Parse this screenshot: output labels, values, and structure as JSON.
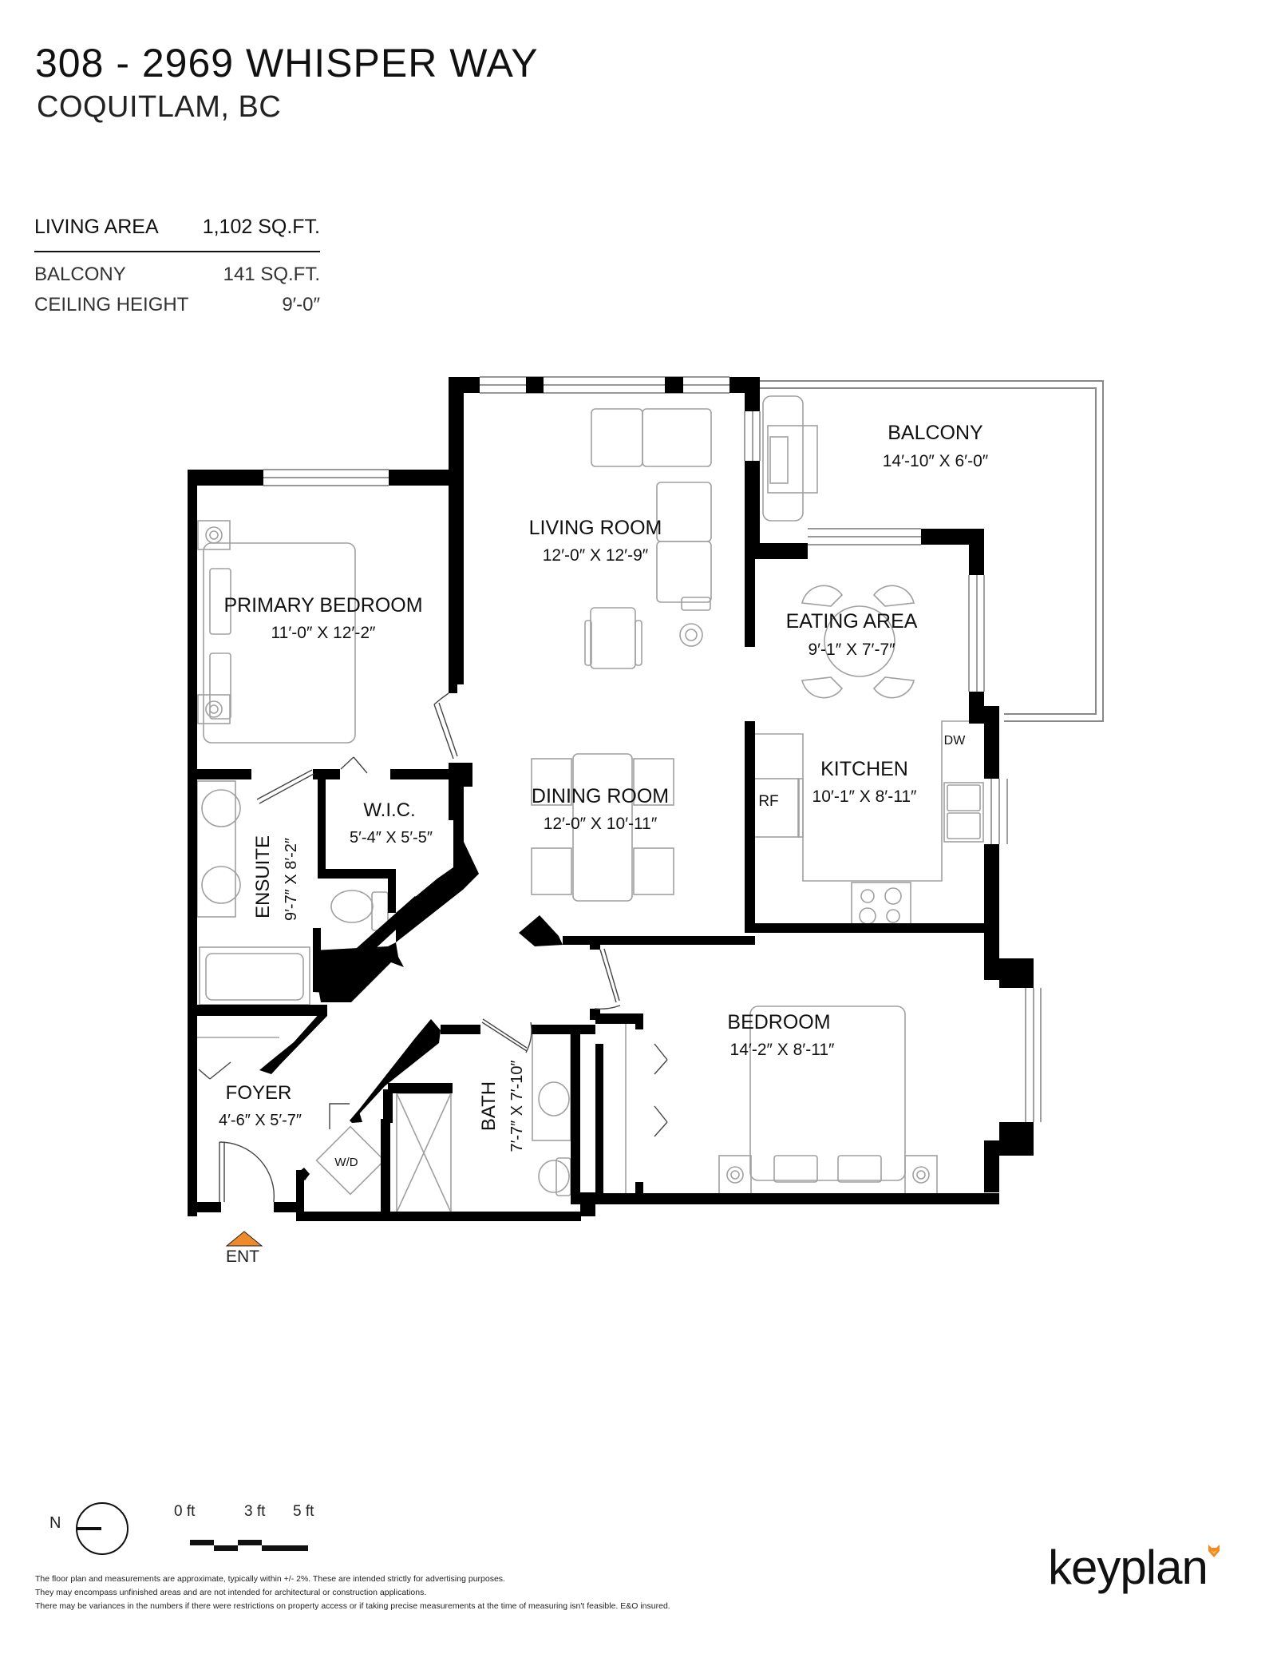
{
  "header": {
    "title": "308 - 2969 WHISPER WAY",
    "subtitle": "COQUITLAM, BC"
  },
  "stats": {
    "living_area": {
      "label": "LIVING AREA",
      "value": "1,102 SQ.FT."
    },
    "balcony": {
      "label": "BALCONY",
      "value": "141 SQ.FT."
    },
    "ceiling_height": {
      "label": "CEILING HEIGHT",
      "value": "9′-0″"
    }
  },
  "rooms": {
    "balcony": {
      "name": "BALCONY",
      "dims": "14′-10″ X  6′-0″"
    },
    "living_room": {
      "name": "LIVING ROOM",
      "dims": "12′-0″  X  12′-9″"
    },
    "primary_bedroom": {
      "name": "PRIMARY BEDROOM",
      "dims": "11′-0″  X  12′-2″"
    },
    "eating_area": {
      "name": "EATING AREA",
      "dims": "9′-1″   X   7′-7″"
    },
    "kitchen": {
      "name": "KITCHEN",
      "dims": "10′-1″ X 8′-11″"
    },
    "dining_room": {
      "name": "DINING ROOM",
      "dims": "12′-0″  X  10′-11″"
    },
    "wic": {
      "name": "W.I.C.",
      "dims": "5′-4″ X 5′-5″"
    },
    "ensuite": {
      "name": "ENSUITE",
      "dims": "9′-7″  X  8′-2″"
    },
    "bedroom": {
      "name": "BEDROOM",
      "dims": "14′-2″  X   8′-11″"
    },
    "foyer": {
      "name": "FOYER",
      "dims": "4′-6″ X 5′-7″"
    },
    "bath": {
      "name": "BATH",
      "dims": "7′-7″  X  7′-10″"
    }
  },
  "appliances": {
    "refrigerator": "RF",
    "dishwasher": "DW",
    "washer_dryer": "W/D"
  },
  "entrance": {
    "label": "ENT",
    "marker_color": "#EE8A2B"
  },
  "legend": {
    "north_label": "N",
    "scale_labels": [
      "0 ft",
      "3 ft",
      "5 ft"
    ]
  },
  "footnote": [
    "The floor plan and measurements are approximate, typically within +/- 2%. These are intended strictly for advertising purposes.",
    "They may encompass unfinished areas and are not intended for architectural or construction applications.",
    "There may be variances in the numbers if there were restrictions on property access or if taking precise measurements at the time of measuring isn't feasible. E&O insured."
  ],
  "brand": {
    "name": "keyplan",
    "accent_color": "#F08A24"
  },
  "colors": {
    "wall": "#000000",
    "furniture": "#9a9a9a",
    "text": "#111111"
  }
}
